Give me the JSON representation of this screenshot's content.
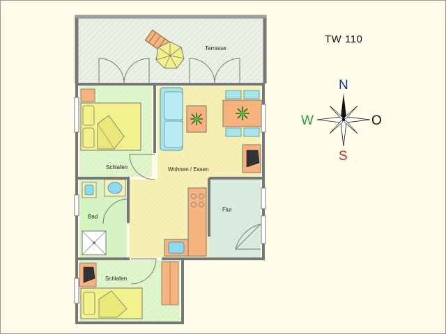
{
  "plan": {
    "title": "TW 110",
    "rooms": {
      "terrace": "Terrasse",
      "bedroom_top": "Schlafen",
      "living": "Wohnen / Essen",
      "bath": "Bad",
      "hall": "Flur",
      "bedroom_bottom": "Schlafen"
    },
    "compass": {
      "north": "N",
      "south": "S",
      "west": "W",
      "east": "O"
    },
    "colors": {
      "terrace": "#eaf0e4",
      "bedroom": "#dff5cc",
      "living": "#f6f0b4",
      "bath": "#d6f4c4",
      "hall": "#d8ede0",
      "bed": "#f3f18c",
      "furniture": "#f6b37e",
      "sofa": "#a8e4ec",
      "wall": "#777777",
      "north": "#1a2d9c",
      "south": "#d02020",
      "west": "#2f9a3c",
      "east": "#111111"
    }
  }
}
